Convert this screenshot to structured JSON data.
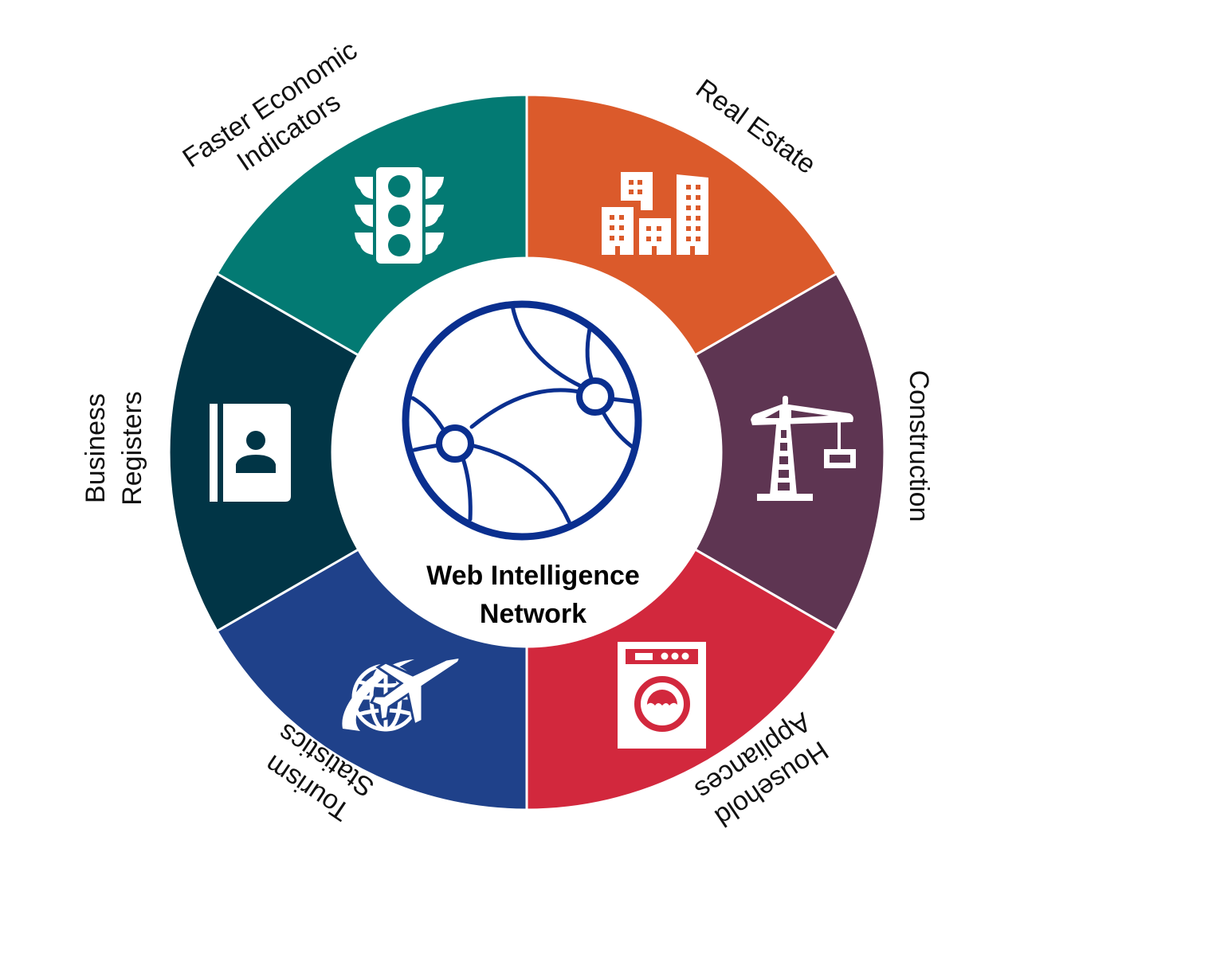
{
  "diagram": {
    "type": "segmented-wheel",
    "center": {
      "title_line1": "Web Intelligence",
      "title_line2": "Network",
      "icon": "network-globe-icon",
      "icon_color": "#0A2F8F"
    },
    "segments": [
      {
        "id": "real-estate",
        "label_lines": [
          "Real Estate"
        ],
        "icon": "buildings-icon",
        "color": "#DB5A2B"
      },
      {
        "id": "construction",
        "label_lines": [
          "Construction"
        ],
        "icon": "crane-icon",
        "color": "#5E3552"
      },
      {
        "id": "household-appliances",
        "label_lines": [
          "Household",
          "Appliances"
        ],
        "icon": "washing-machine-icon",
        "color": "#D2283D"
      },
      {
        "id": "tourism-statistics",
        "label_lines": [
          "Tourism",
          "Statistics"
        ],
        "icon": "airplane-globe-icon",
        "color": "#1F418A"
      },
      {
        "id": "business-registers",
        "label_lines": [
          "Business",
          "Registers"
        ],
        "icon": "contact-book-icon",
        "color": "#013546"
      },
      {
        "id": "faster-economic-indicators",
        "label_lines": [
          "Faster Economic",
          "Indicators"
        ],
        "icon": "traffic-light-icon",
        "color": "#037A73"
      }
    ]
  }
}
